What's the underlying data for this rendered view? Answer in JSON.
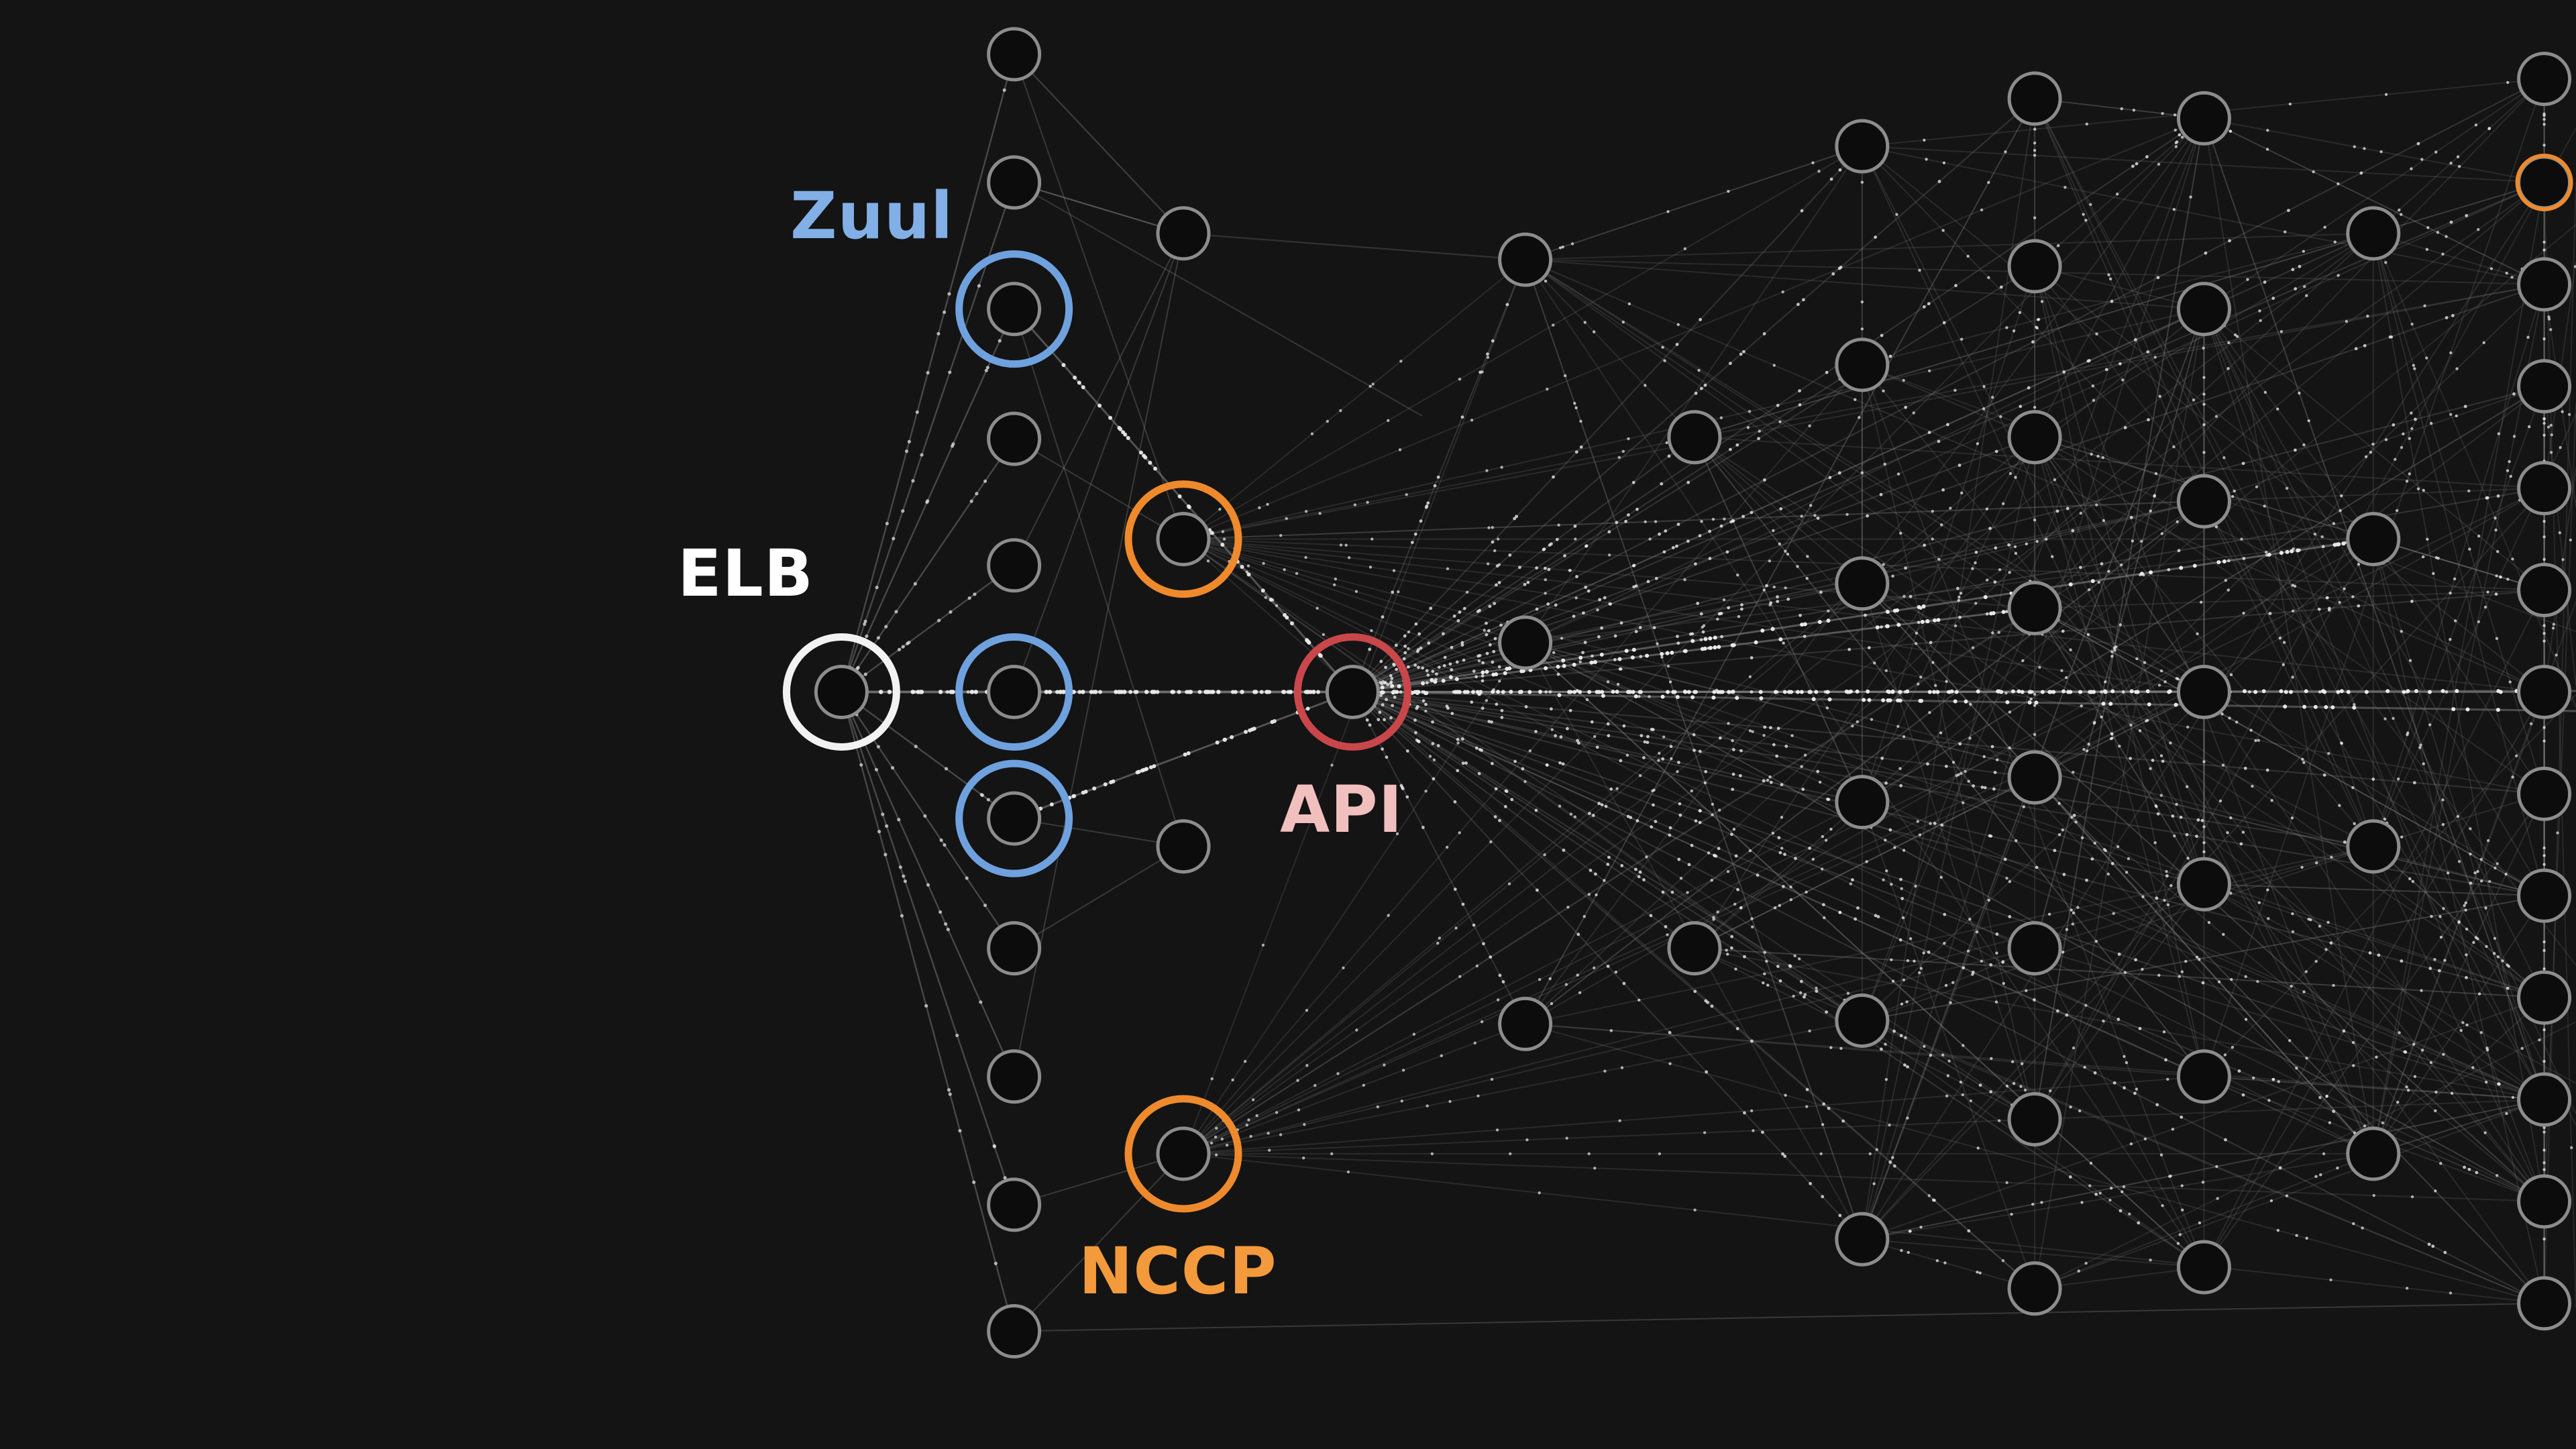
{
  "diagram": {
    "labels": {
      "zuul": "Zuul",
      "elb": "ELB",
      "api": "API",
      "nccp": "NCCP"
    },
    "colors": {
      "background": "#141414",
      "node_fill": "#0c0c0c",
      "node_stroke": "#8c8c8c",
      "edge": "#7a7a7a",
      "traffic": "#e8e8e8",
      "elb_ring": "#f2f2f2",
      "zuul_ring": "#6fa1de",
      "api_ring": "#c9464b",
      "nccp_ring": "#ee8a2c",
      "zuul_text": "#82afe6",
      "elb_text": "#ffffff",
      "api_text": "#f2bfbf",
      "nccp_text": "#f39a3c"
    },
    "highlighted_services": [
      "ELB",
      "Zuul",
      "API",
      "NCCP"
    ]
  }
}
